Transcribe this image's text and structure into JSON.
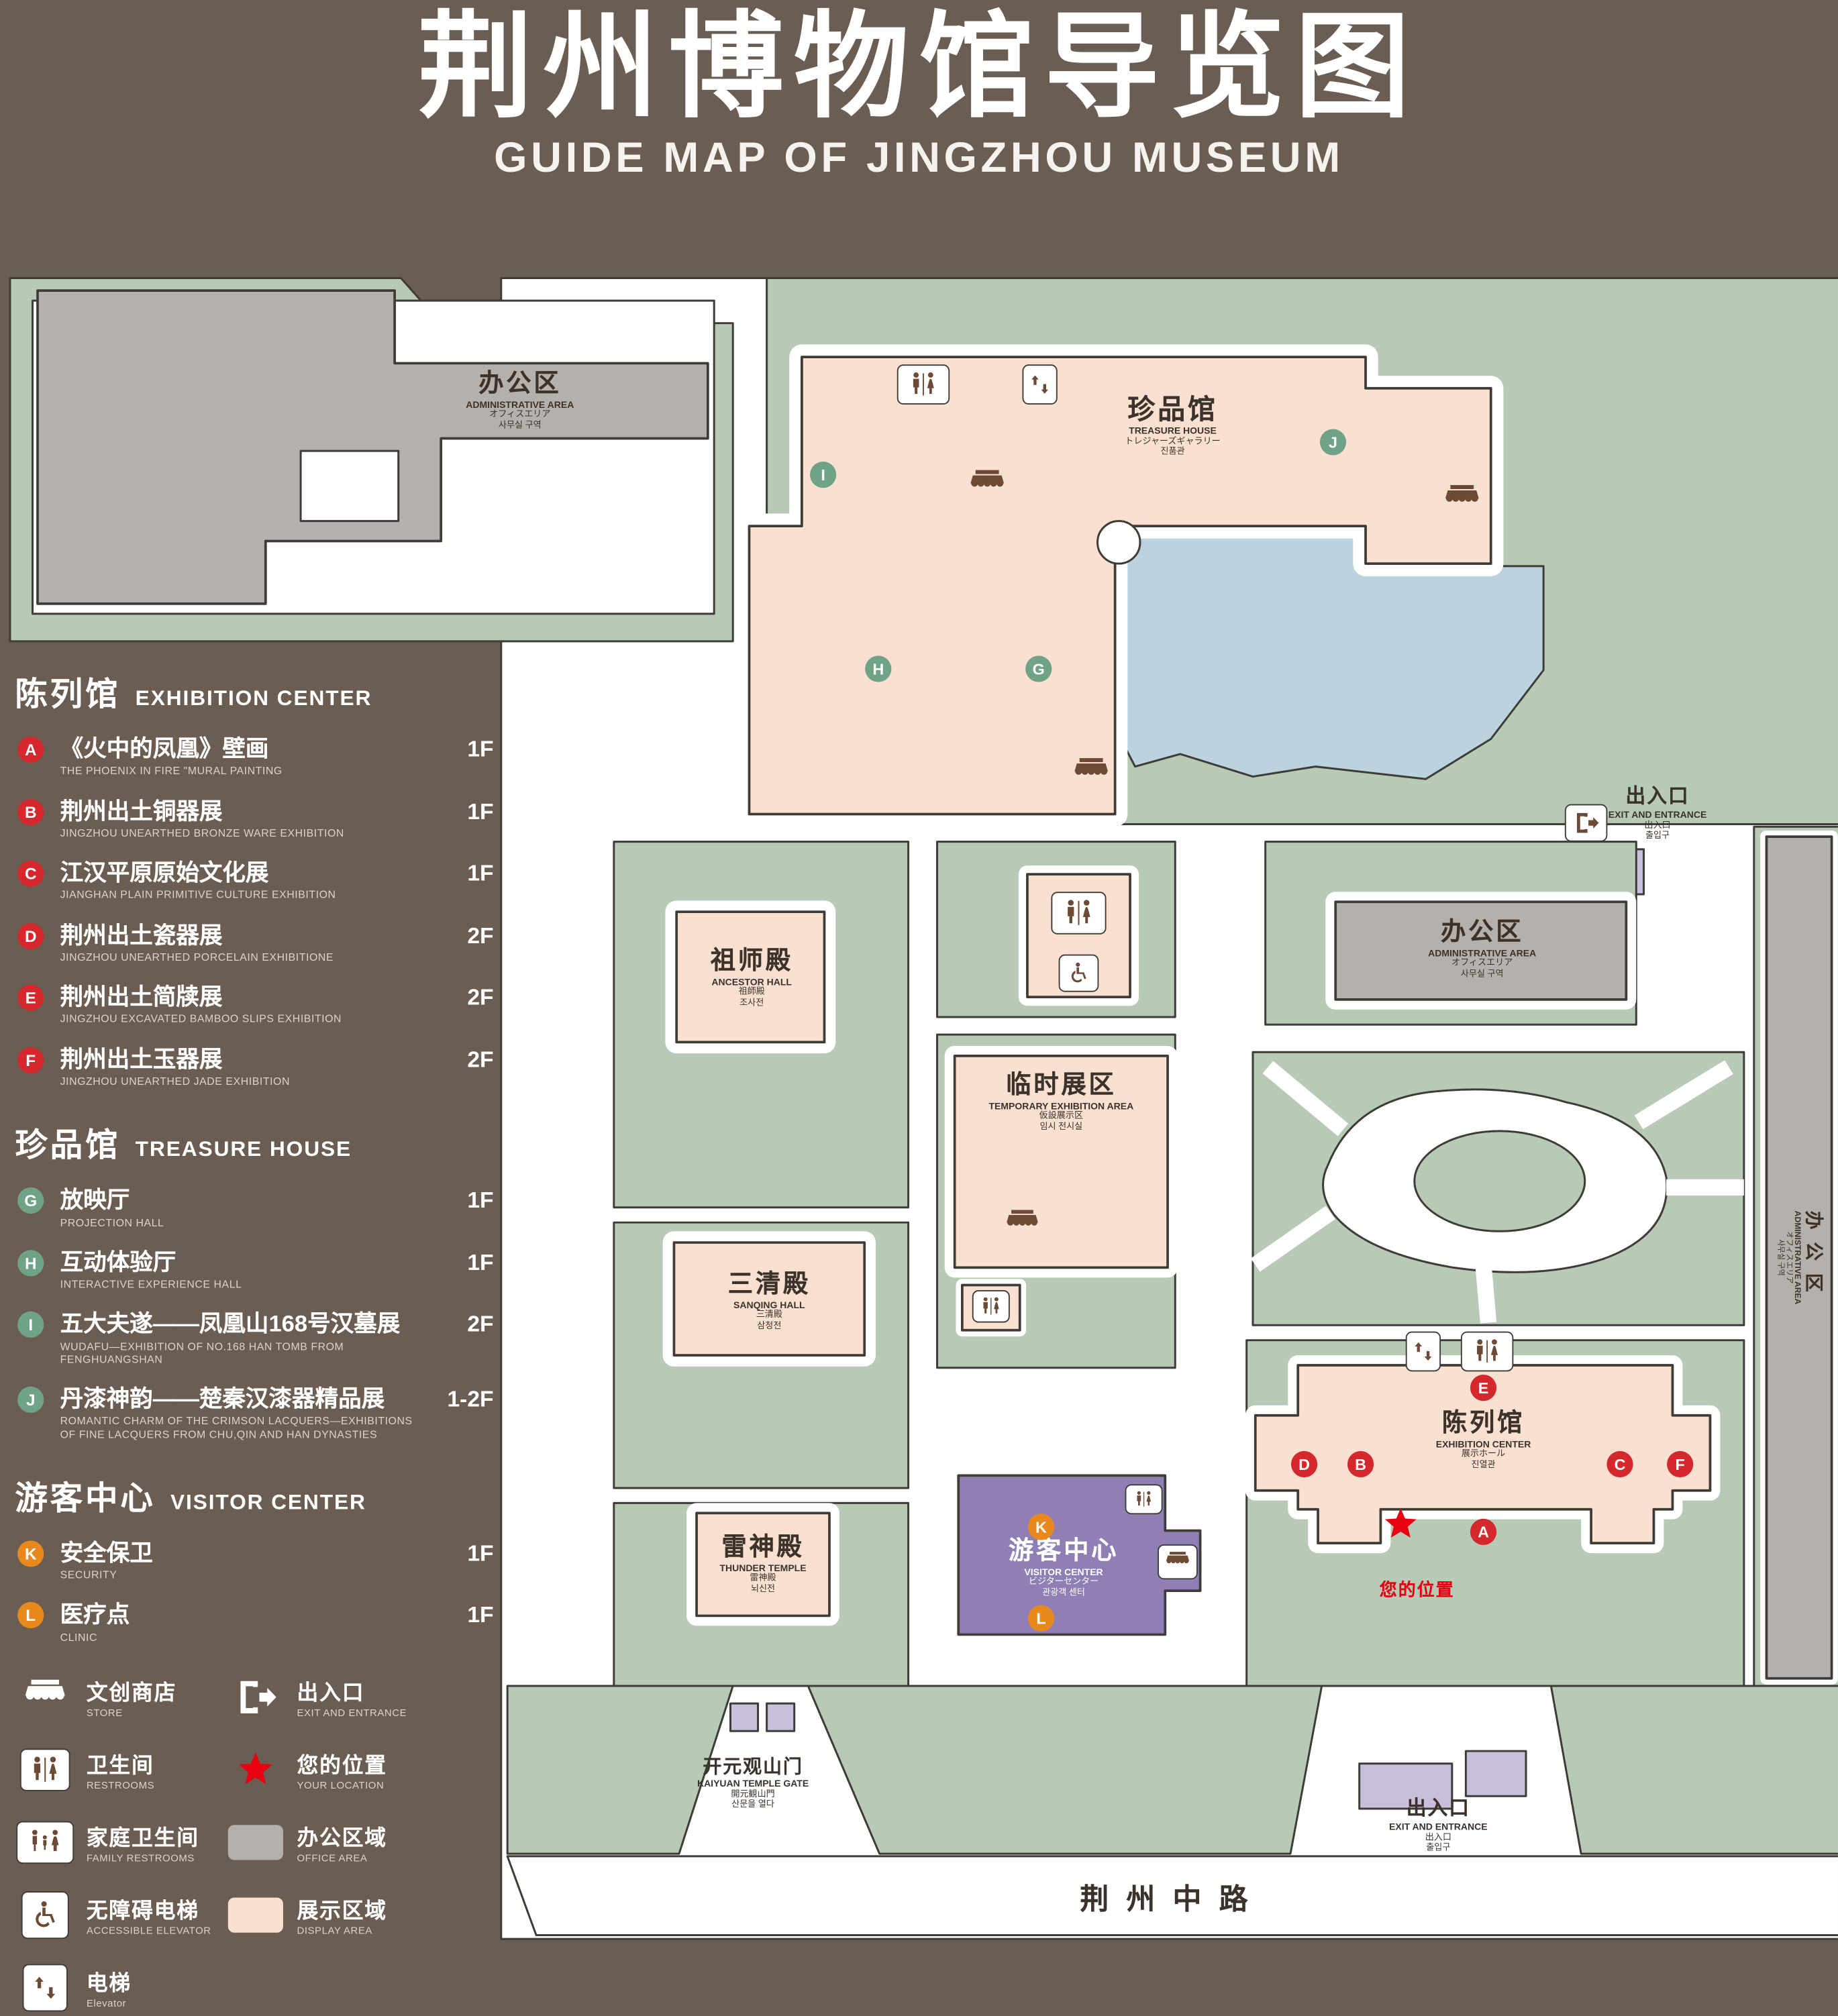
{
  "colors": {
    "background": "#6B5D51",
    "lawn_green": "#B7CAB5",
    "display_area": "#FAE0D0",
    "office_area": "#B5B0AC",
    "pond_blue": "#BAD3DE",
    "visitor_purple": "#8F7FB4",
    "lavender": "#C9BEDB",
    "marker_red": "#D5282D",
    "marker_green": "#6FA287",
    "marker_orange": "#E8891D",
    "icon_brown": "#6D4A36",
    "location_red": "#E60012"
  },
  "header": {
    "title_zh": "荆州博物馆导览图",
    "title_en": "GUIDE MAP OF JINGZHOU MUSEUM"
  },
  "legend": {
    "sections": [
      {
        "title_zh": "陈列馆",
        "title_en": "EXHIBITION CENTER",
        "items": [
          {
            "letter": "A",
            "zh": "《火中的凤凰》壁画",
            "en": "THE PHOENIX IN FIRE \"MURAL PAINTING",
            "floor": "1F"
          },
          {
            "letter": "B",
            "zh": "荆州出土铜器展",
            "en": "JINGZHOU UNEARTHED BRONZE WARE EXHIBITION",
            "floor": "1F"
          },
          {
            "letter": "C",
            "zh": "江汉平原原始文化展",
            "en": "JIANGHAN PLAIN PRIMITIVE CULTURE EXHIBITION",
            "floor": "1F"
          },
          {
            "letter": "D",
            "zh": "荆州出土瓷器展",
            "en": "JINGZHOU UNEARTHED PORCELAIN EXHIBITIONE",
            "floor": "2F"
          },
          {
            "letter": "E",
            "zh": "荆州出土简牍展",
            "en": "JINGZHOU EXCAVATED BAMBOO SLIPS EXHIBITION",
            "floor": "2F"
          },
          {
            "letter": "F",
            "zh": "荆州出土玉器展",
            "en": "JINGZHOU UNEARTHED JADE EXHIBITION",
            "floor": "2F"
          }
        ]
      },
      {
        "title_zh": "珍品馆",
        "title_en": "TREASURE HOUSE",
        "items": [
          {
            "letter": "G",
            "zh": "放映厅",
            "en": "PROJECTION HALL",
            "floor": "1F"
          },
          {
            "letter": "H",
            "zh": "互动体验厅",
            "en": "INTERACTIVE EXPERIENCE HALL",
            "floor": "1F"
          },
          {
            "letter": "I",
            "zh": "五大夫遂——凤凰山168号汉墓展",
            "en": "WUDAFU—EXHIBITION OF NO.168 HAN TOMB FROM FENGHUANGSHAN",
            "floor": "2F"
          },
          {
            "letter": "J",
            "zh": "丹漆神韵——楚秦汉漆器精品展",
            "en": "ROMANTIC CHARM OF THE CRIMSON LACQUERS—EXHIBITIONS OF FINE LACQUERS FROM CHU,QIN AND HAN DYNASTIES",
            "floor": "1-2F"
          }
        ]
      },
      {
        "title_zh": "游客中心",
        "title_en": "VISITOR CENTER",
        "items": [
          {
            "letter": "K",
            "zh": "安全保卫",
            "en": "SECURITY",
            "floor": "1F"
          },
          {
            "letter": "L",
            "zh": "医疗点",
            "en": "CLINIC",
            "floor": "1F"
          }
        ]
      }
    ],
    "symbols": [
      {
        "zh": "文创商店",
        "en": "STORE"
      },
      {
        "zh": "出入口",
        "en": "EXIT AND ENTRANCE"
      },
      {
        "zh": "卫生间",
        "en": "RESTROOMS"
      },
      {
        "zh": "您的位置",
        "en": "YOUR LOCATION"
      },
      {
        "zh": "家庭卫生间",
        "en": "FAMILY RESTROOMS"
      },
      {
        "zh": "办公区域",
        "en": "OFFICE AREA"
      },
      {
        "zh": "无障碍电梯",
        "en": "ACCESSIBLE ELEVATOR"
      },
      {
        "zh": "展示区域",
        "en": "DISPLAY AREA"
      },
      {
        "zh": "电梯",
        "en": "Elevator"
      }
    ]
  },
  "map": {
    "buildings": {
      "admin": {
        "zh": "办公区",
        "en": "ADMINISTRATIVE AREA",
        "ja": "オフィスエリア",
        "ko": "사무실 구역"
      },
      "treasure": {
        "zh": "珍品馆",
        "en": "TREASURE HOUSE",
        "ja": "トレジャーズギャラリー",
        "ko": "진품관"
      },
      "ancestor": {
        "zh": "祖师殿",
        "en": "ANCESTOR HALL",
        "ja": "祖師殿",
        "ko": "조사전"
      },
      "temporary": {
        "zh": "临时展区",
        "en": "TEMPORARY EXHIBITION AREA",
        "ja": "仮設展示区",
        "ko": "임시 전시실"
      },
      "sanqing": {
        "zh": "三清殿",
        "en": "SANQING HALL",
        "ja": "三清殿",
        "ko": "삼청전"
      },
      "thunder": {
        "zh": "雷神殿",
        "en": "THUNDER TEMPLE",
        "ja": "雷神殿",
        "ko": "뇌신전"
      },
      "exhibition": {
        "zh": "陈列馆",
        "en": "EXHIBITION CENTER",
        "ja": "展示ホール",
        "ko": "진열관"
      },
      "visitor": {
        "zh": "游客中心",
        "en": "VISITOR CENTER",
        "ja": "ビジターセンター",
        "ko": "관광객 센터"
      },
      "gate": {
        "zh": "开元观山门",
        "en": "KAIYUAN TEMPLE GATE",
        "ja": "開元観山門",
        "ko": "산문을 열다"
      },
      "exit": {
        "zh": "出入口",
        "en": "EXIT AND ENTRANCE",
        "ja": "出入口",
        "ko": "출입구"
      }
    },
    "markers": [
      "I",
      "J",
      "H",
      "G",
      "E",
      "D",
      "B",
      "C",
      "F",
      "A",
      "K",
      "L"
    ],
    "road": "荆州中路",
    "your_location": "您的位置"
  }
}
